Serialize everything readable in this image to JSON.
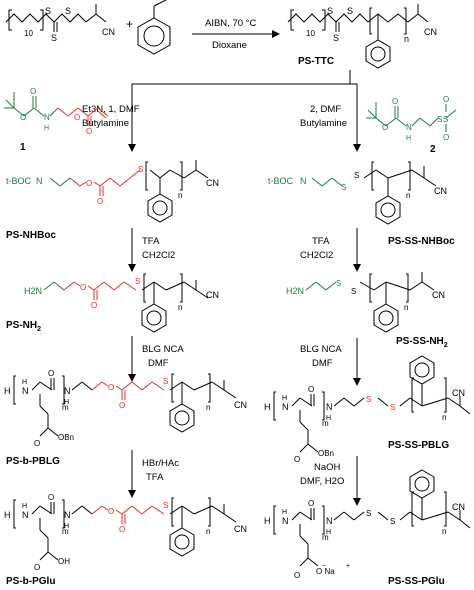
{
  "colors": {
    "black": "#000000",
    "red": "#e0302a",
    "green": "#1f7a44"
  },
  "labels": {
    "cond_raft": "AIBN, 70 °C",
    "solvent_raft": "Dioxane",
    "ps_ttc": "PS-TTC",
    "cond_left1": "Et3N, 1, DMF",
    "cond_left2": "Butylamine",
    "cond_right1": "2, DMF",
    "cond_right2": "Butylamine",
    "num1": "1",
    "num2": "2",
    "n": "n",
    "m": "m",
    "repeat_10": "10",
    "tboc": "t-BOC",
    "nh2": "H2N",
    "tfa": "TFA",
    "ch2cl2": "CH2Cl2",
    "blg_nca": "BLG NCA",
    "dmf": "DMF",
    "hbr": "HBr/HAc",
    "naoh": "NaOH",
    "dmf_h2o": "DMF, H2O",
    "ps_nhboc": "PS-NHBoc",
    "ps_nh2": "PS-NH",
    "ps_pblg": "PS-b-PBLG",
    "ps_pglu": "PS-b-PGlu",
    "ps_ss_nhboc": "PS-SS-NHBoc",
    "ps_ss_nh2": "PS-SS-NH",
    "ps_ss_pblg": "PS-SS-PBLG",
    "ps_ss_pglu": "PS-SS-PGlu",
    "obn": "OBn",
    "cooh": "OH",
    "ona": "O Na",
    "cn": "CN",
    "nh": "N",
    "h": "H",
    "s": "S",
    "o": "O"
  }
}
